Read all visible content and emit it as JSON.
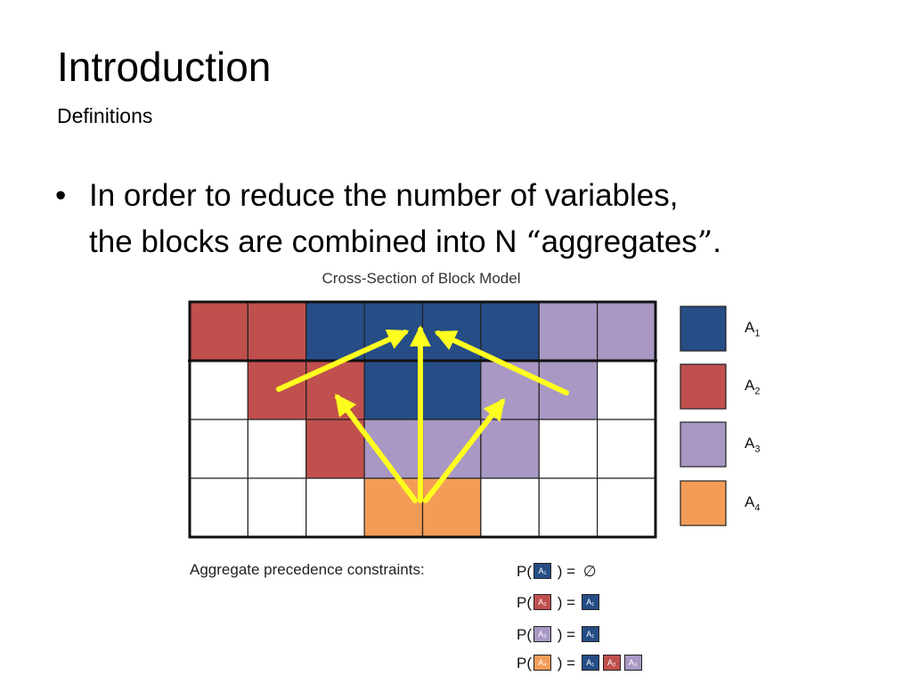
{
  "header": {
    "title": "Introduction",
    "subtitle": "Definitions"
  },
  "bullet": {
    "symbol": "•",
    "line1": "In order to reduce the number of variables,",
    "line2_pre": "the blocks are combined into N ",
    "open_quote": "“",
    "quoted": "aggregates",
    "close_quote": "”",
    "end": "."
  },
  "figure": {
    "title": "Cross-Section of Block Model",
    "colors": {
      "A1": "#264d86",
      "A2": "#c0504d",
      "A3": "#a898c3",
      "A4": "#f39c57",
      "empty": "#ffffff",
      "arrow": "#ffff1f"
    },
    "rows": [
      [
        "A2",
        "A2",
        "A1",
        "A1",
        "A1",
        "A1",
        "A3",
        "A3"
      ],
      [
        "empty",
        "A2",
        "A2",
        "A1",
        "A1",
        "A3",
        "A3",
        "empty"
      ],
      [
        "empty",
        "empty",
        "A2",
        "A3",
        "A3",
        "A3",
        "empty",
        "empty"
      ],
      [
        "empty",
        "empty",
        "empty",
        "A4",
        "A4",
        "empty",
        "empty",
        "empty"
      ]
    ],
    "legend": [
      {
        "key": "A1",
        "base": "A",
        "sub": "1"
      },
      {
        "key": "A2",
        "base": "A",
        "sub": "2"
      },
      {
        "key": "A3",
        "base": "A",
        "sub": "3"
      },
      {
        "key": "A4",
        "base": "A",
        "sub": "4"
      }
    ]
  },
  "precedence": {
    "title": "Aggregate precedence constraints:",
    "rows": [
      {
        "key": "A1",
        "label": "A₁",
        "open": "P(",
        "close": ") =",
        "empty_set": "∅",
        "preds": []
      },
      {
        "key": "A2",
        "label": "A₂",
        "open": "P(",
        "close": ") =",
        "empty_set": "",
        "preds": [
          {
            "key": "A1",
            "label": "A₁"
          }
        ]
      },
      {
        "key": "A3",
        "label": "A₃",
        "open": "P(",
        "close": ") =",
        "empty_set": "",
        "preds": [
          {
            "key": "A1",
            "label": "A₁"
          }
        ]
      },
      {
        "key": "A4",
        "label": "A₄",
        "open": "P(",
        "close": ") =",
        "empty_set": "",
        "preds": [
          {
            "key": "A1",
            "label": "A₁"
          },
          {
            "key": "A2",
            "label": "A₂"
          },
          {
            "key": "A3",
            "label": "A₃"
          }
        ]
      }
    ]
  }
}
